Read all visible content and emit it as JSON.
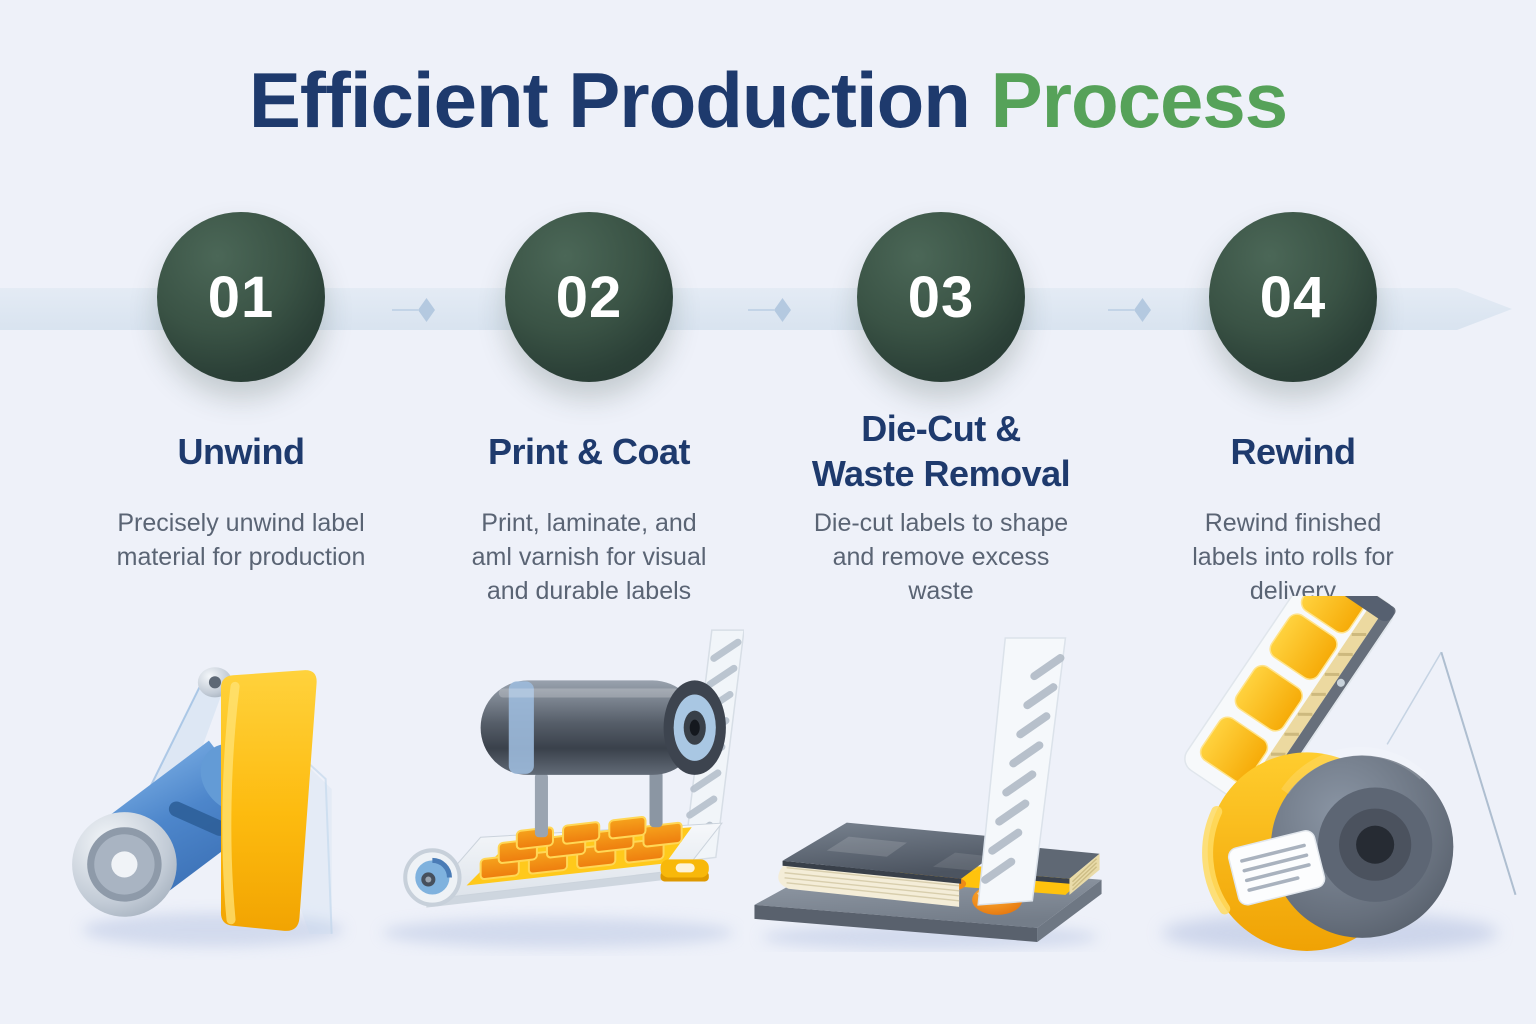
{
  "title": {
    "primary": "Efficient Production",
    "accent": "Process"
  },
  "steps": [
    {
      "number": "01",
      "title": "Unwind",
      "description": "Precisely unwind label\nmaterial for production",
      "illustration": "unwind-roll-illustration"
    },
    {
      "number": "02",
      "title": "Print & Coat",
      "description": "Print, laminate, and\naml varnish for visual\nand durable labels",
      "illustration": "print-coat-press-illustration"
    },
    {
      "number": "03",
      "title": "Die-Cut &\nWaste Removal",
      "description": "Die-cut labels to shape\nand remove excess\nwaste",
      "illustration": "die-cut-platen-illustration"
    },
    {
      "number": "04",
      "title": "Rewind",
      "description": "Rewind finished\nlabels into rolls for\ndelivery",
      "illustration": "rewind-roll-illustration"
    }
  ],
  "colors": {
    "title_navy": "#1e3a6d",
    "title_green": "#56a259",
    "step_circle_green": "#33493f",
    "timeline_band": "#d9e3ef",
    "description_gray": "#5a6474",
    "label_yellow": "#f7b606",
    "roll_blue": "#4d86cb"
  }
}
